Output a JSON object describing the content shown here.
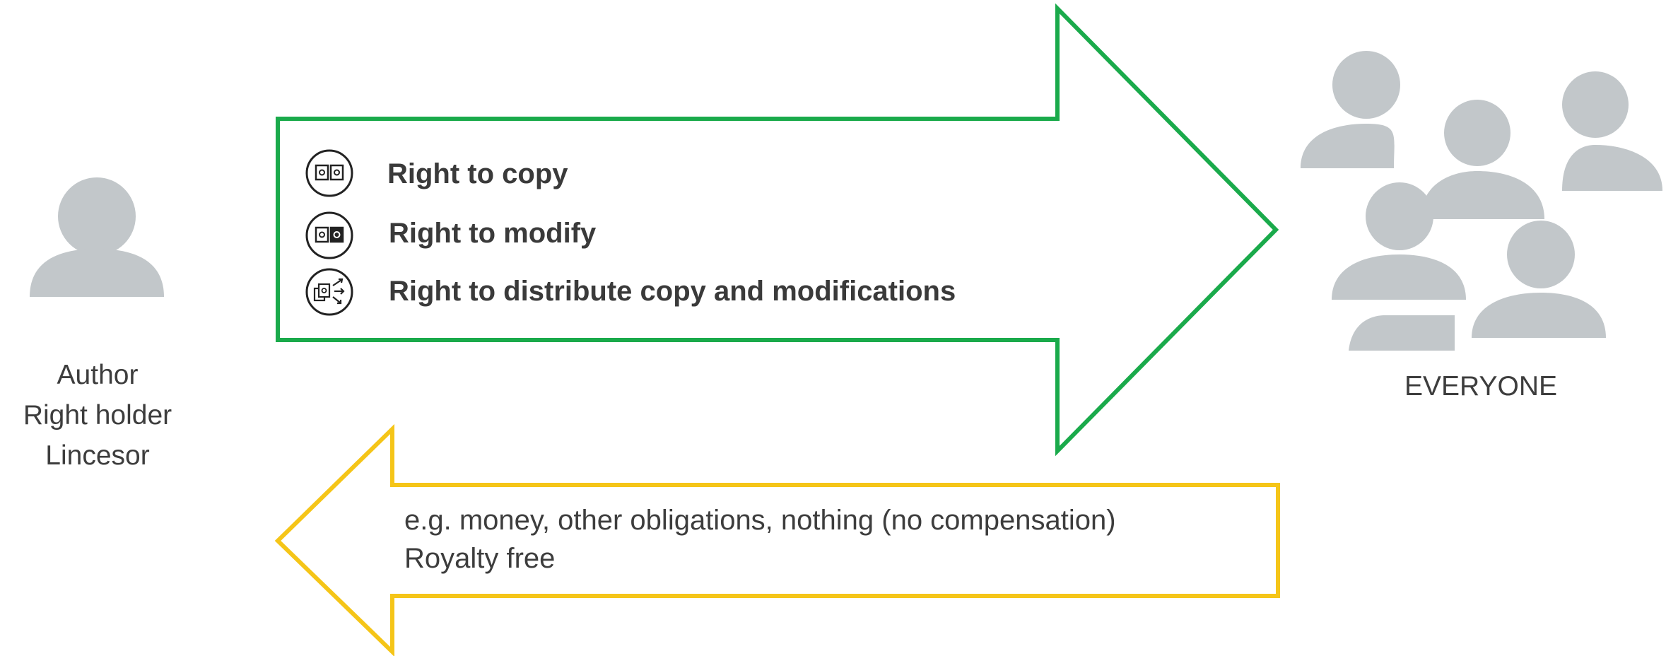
{
  "grantor": {
    "lines": [
      "Author",
      "Right holder",
      "Lincesor"
    ]
  },
  "grantee": {
    "label": "EVERYONE"
  },
  "rights_arrow": {
    "color": "#1aaa4b",
    "items": [
      {
        "icon": "copy-icon",
        "label": "Right to copy"
      },
      {
        "icon": "modify-icon",
        "label": "Right to modify"
      },
      {
        "icon": "distribute-icon",
        "label": "Right to distribute copy and modifications"
      }
    ]
  },
  "return_arrow": {
    "color": "#f5c518",
    "lines": [
      "e.g. money, other obligations, nothing (no compensation)",
      "Royalty free"
    ]
  },
  "colors": {
    "person": "#c2c7ca",
    "text": "#3d3d3d"
  }
}
